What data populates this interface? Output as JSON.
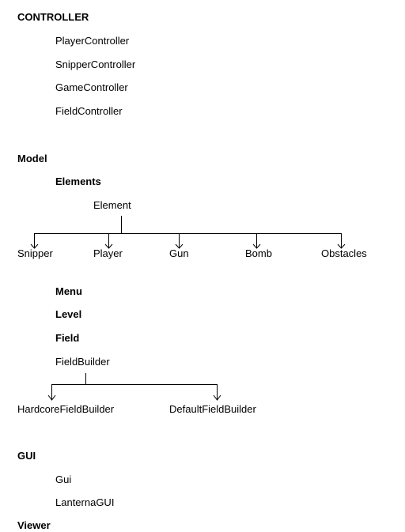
{
  "controller": {
    "heading": "CONTROLLER",
    "items": [
      "PlayerController",
      "SnipperController",
      "GameController",
      "FieldController"
    ]
  },
  "model": {
    "heading": "Model",
    "elements": {
      "heading": "Elements",
      "root": "Element",
      "children": [
        "Snipper",
        "Player",
        "Gun",
        "Bomb",
        "Obstacles"
      ]
    },
    "menu": "Menu",
    "level": "Level",
    "field": {
      "heading": "Field",
      "root": "FieldBuilder",
      "children": [
        "HardcoreFieldBuilder",
        "DefaultFieldBuilder"
      ]
    }
  },
  "gui": {
    "heading": "GUI",
    "items": [
      "Gui",
      "LanternaGUI"
    ]
  },
  "viewer": {
    "heading": "Viewer"
  }
}
